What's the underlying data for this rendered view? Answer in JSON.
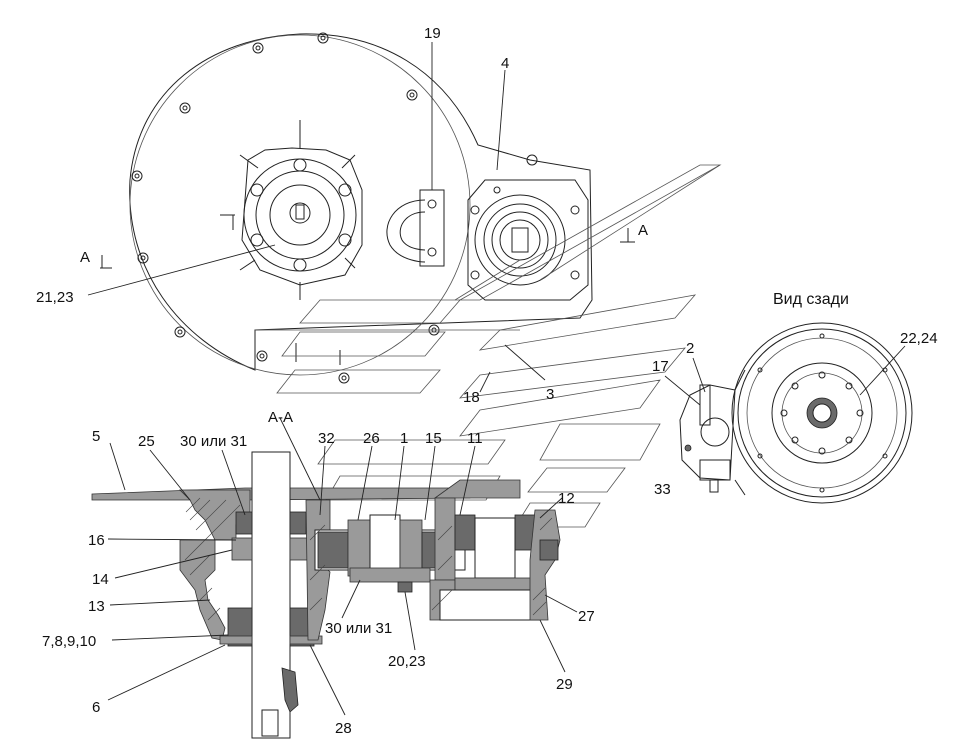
{
  "view_title": "Вид сзади",
  "section_title": "А-А",
  "section_marks": {
    "left": "А",
    "right": "А"
  },
  "callouts": [
    {
      "key": "c19",
      "text": "19"
    },
    {
      "key": "c4",
      "text": "4"
    },
    {
      "key": "c21_23",
      "text": "21,23"
    },
    {
      "key": "c2",
      "text": "2"
    },
    {
      "key": "c17",
      "text": "17"
    },
    {
      "key": "c22_24",
      "text": "22,24"
    },
    {
      "key": "c18",
      "text": "18"
    },
    {
      "key": "c3",
      "text": "3"
    },
    {
      "key": "c5",
      "text": "5"
    },
    {
      "key": "c25",
      "text": "25"
    },
    {
      "key": "c30_31_top",
      "text": "30 или 31"
    },
    {
      "key": "c32",
      "text": "32"
    },
    {
      "key": "c26",
      "text": "26"
    },
    {
      "key": "c1",
      "text": "1"
    },
    {
      "key": "c15",
      "text": "15"
    },
    {
      "key": "c11",
      "text": "11"
    },
    {
      "key": "c33",
      "text": "33"
    },
    {
      "key": "c12",
      "text": "12"
    },
    {
      "key": "c16",
      "text": "16"
    },
    {
      "key": "c14",
      "text": "14"
    },
    {
      "key": "c13",
      "text": "13"
    },
    {
      "key": "c27",
      "text": "27"
    },
    {
      "key": "c7_10",
      "text": "7,8,9,10"
    },
    {
      "key": "c30_31_bottom",
      "text": "30 или 31"
    },
    {
      "key": "c20_23",
      "text": "20,23"
    },
    {
      "key": "c29",
      "text": "29"
    },
    {
      "key": "c6",
      "text": "6"
    },
    {
      "key": "c28",
      "text": "28"
    }
  ],
  "colors": {
    "line": "#222222",
    "section_fill": "#9a9a9a",
    "dark_fill": "#6a6a6a",
    "paper": "#ffffff"
  }
}
